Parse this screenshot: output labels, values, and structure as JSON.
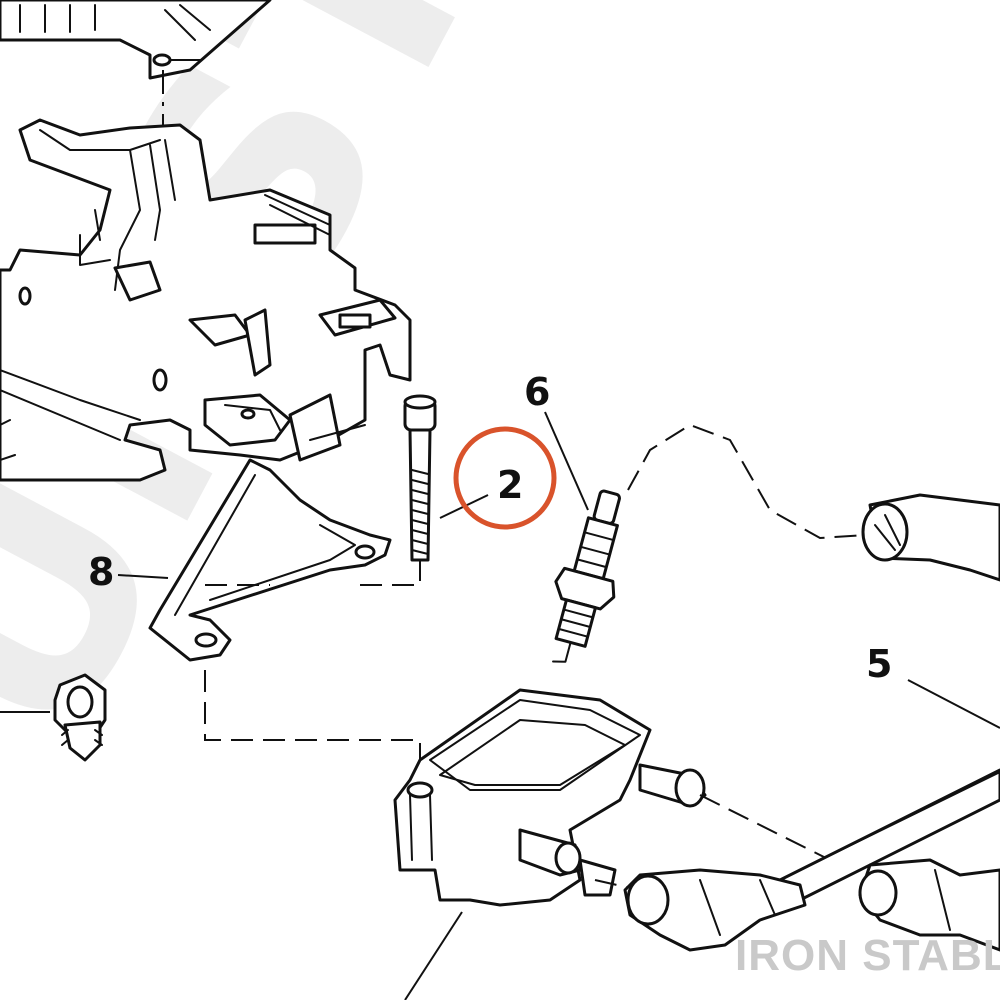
{
  "background_watermark": {
    "text": "UNSTABLE",
    "color": "#ededed"
  },
  "brand_watermark": {
    "text": "IRON STABLE",
    "color": "#c9c9c9"
  },
  "highlight_color": "#d9532b",
  "callouts": [
    {
      "id": "callout-8",
      "label": "8"
    },
    {
      "id": "callout-2",
      "label": "2"
    },
    {
      "id": "callout-6",
      "label": "6"
    },
    {
      "id": "callout-5",
      "label": "5"
    }
  ]
}
